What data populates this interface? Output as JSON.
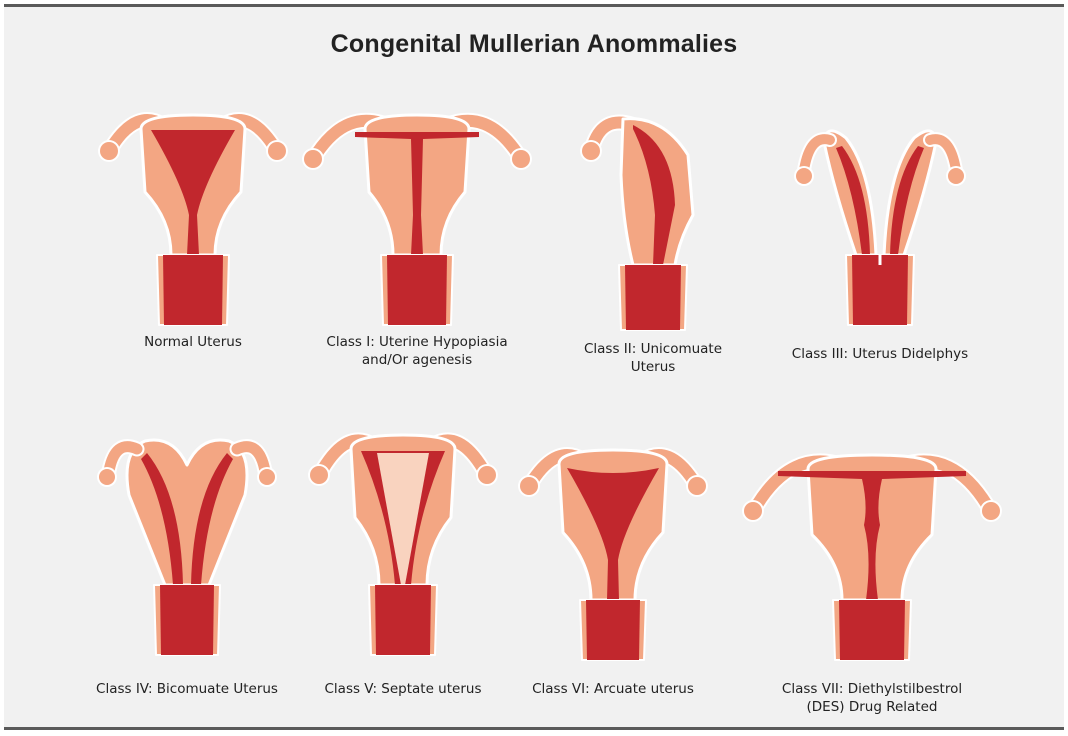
{
  "title": "Congenital Mullerian Anommalies",
  "colors": {
    "body": "#f3a683",
    "outline": "#ffffff",
    "cavity": "#c1272d",
    "septum": "#f9d3bf",
    "background": "#f1f1f1"
  },
  "panels": [
    {
      "type": "normal",
      "caption": [
        "Normal Uterus"
      ]
    },
    {
      "type": "hypoplasia",
      "caption": [
        "Class I: Uterine Hypopiasia",
        "and/Or agenesis"
      ]
    },
    {
      "type": "unicornuate",
      "caption": [
        "Class II: Unicomuate",
        "Uterus"
      ]
    },
    {
      "type": "didelphys",
      "caption": [
        "Class III: Uterus Didelphys"
      ]
    },
    {
      "type": "bicornuate",
      "caption": [
        "Class IV: Bicomuate Uterus"
      ]
    },
    {
      "type": "septate",
      "caption": [
        "Class V: Septate uterus"
      ]
    },
    {
      "type": "arcuate",
      "caption": [
        "Class VI: Arcuate uterus"
      ]
    },
    {
      "type": "des",
      "caption": [
        "Class VII: Diethylstilbestrol",
        "(DES) Drug Related"
      ]
    }
  ]
}
